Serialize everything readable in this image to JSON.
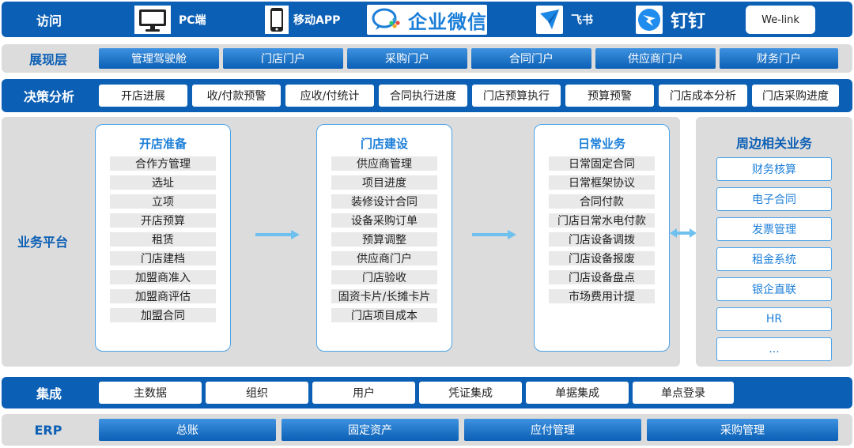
{
  "access": {
    "label": "访问",
    "pc": "PC端",
    "mobile": "移动APP",
    "wecom": "企业微信",
    "feishu": "飞书",
    "dingtalk": "钉钉",
    "welink": "We-link"
  },
  "presentation": {
    "label": "展现层",
    "items": [
      "管理驾驶舱",
      "门店门户",
      "采购门户",
      "合同门户",
      "供应商门户",
      "财务门户"
    ]
  },
  "decision": {
    "label": "决策分析",
    "items": [
      "开店进展",
      "收/付款预警",
      "应收/付统计",
      "合同执行进度",
      "门店预算执行",
      "预算预警",
      "门店成本分析",
      "门店采购进度"
    ]
  },
  "platform": {
    "label": "业务平台",
    "columns": [
      {
        "title": "开店准备",
        "items": [
          "合作方管理",
          "选址",
          "立项",
          "开店预算",
          "租赁",
          "门店建档",
          "加盟商准入",
          "加盟商评估",
          "加盟合同"
        ]
      },
      {
        "title": "门店建设",
        "items": [
          "供应商管理",
          "项目进度",
          "装修设计合同",
          "设备采购订单",
          "预算调整",
          "供应商门户",
          "门店验收",
          "固资卡片/长摊卡片",
          "门店项目成本"
        ]
      },
      {
        "title": "日常业务",
        "items": [
          "日常固定合同",
          "日常框架协议",
          "合同付款",
          "门店日常水电付款",
          "门店设备调拨",
          "门店设备报废",
          "门店设备盘点",
          "市场费用计提"
        ]
      }
    ]
  },
  "peripheral": {
    "title": "周边相关业务",
    "items": [
      "财务核算",
      "电子合同",
      "发票管理",
      "租金系统",
      "银企直联",
      "HR",
      "..."
    ]
  },
  "integration": {
    "label": "集成",
    "items": [
      "主数据",
      "组织",
      "用户",
      "凭证集成",
      "单据集成",
      "单点登录"
    ]
  },
  "erp": {
    "label": "ERP",
    "items": [
      "总账",
      "固定资产",
      "应付管理",
      "采购管理"
    ]
  },
  "colors": {
    "primary": "#0b5fb5",
    "accent": "#1b7ed8",
    "border": "#4ba3ea",
    "panel": "#dcdcdc"
  },
  "icons": [
    "monitor-icon",
    "phone-icon",
    "wecom-icon",
    "feishu-icon",
    "dingtalk-icon",
    "arrow-right-icon",
    "double-arrow-icon"
  ]
}
